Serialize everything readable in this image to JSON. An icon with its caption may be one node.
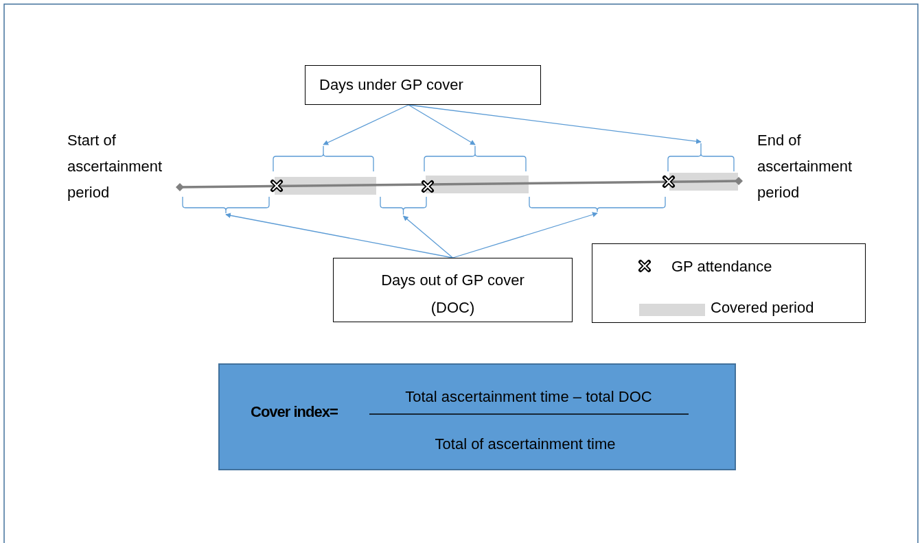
{
  "diagram": {
    "nodes": [
      {
        "text": [
          "Days under GP cover"
        ]
      },
      {
        "text": [],
        "shape": "bracket"
      },
      {
        "text": [],
        "shape": "bracket"
      },
      {
        "text": [],
        "shape": "bracket"
      },
      {
        "text": [
          "Start of ascertainment period"
        ]
      },
      {
        "text": [
          "End of ascertainment period"
        ]
      },
      {
        "text": [],
        "shape": "bracket"
      },
      {
        "text": [],
        "shape": "bracket"
      },
      {
        "text": [],
        "shape": "bracket"
      },
      {
        "text": [
          "Days out of GP cover (DOC)"
        ]
      },
      {
        "text": [
          "Cover index=",
          "Total ascertainment time – total DOC",
          "Total of ascertainment time"
        ]
      }
    ],
    "edges": [
      {
        "from": 0,
        "to": 1,
        "arrow": "to"
      },
      {
        "from": 0,
        "to": 2,
        "arrow": "to"
      },
      {
        "from": 0,
        "to": 3,
        "arrow": "to"
      },
      {
        "from": 9,
        "to": 6,
        "arrow": "to"
      },
      {
        "from": 9,
        "to": 7,
        "arrow": "to"
      },
      {
        "from": 9,
        "to": 8,
        "arrow": "to"
      }
    ],
    "legend": [
      {
        "text": "GP attendance"
      },
      {
        "text": "Covered period",
        "color": "#d9d9d9"
      }
    ]
  }
}
